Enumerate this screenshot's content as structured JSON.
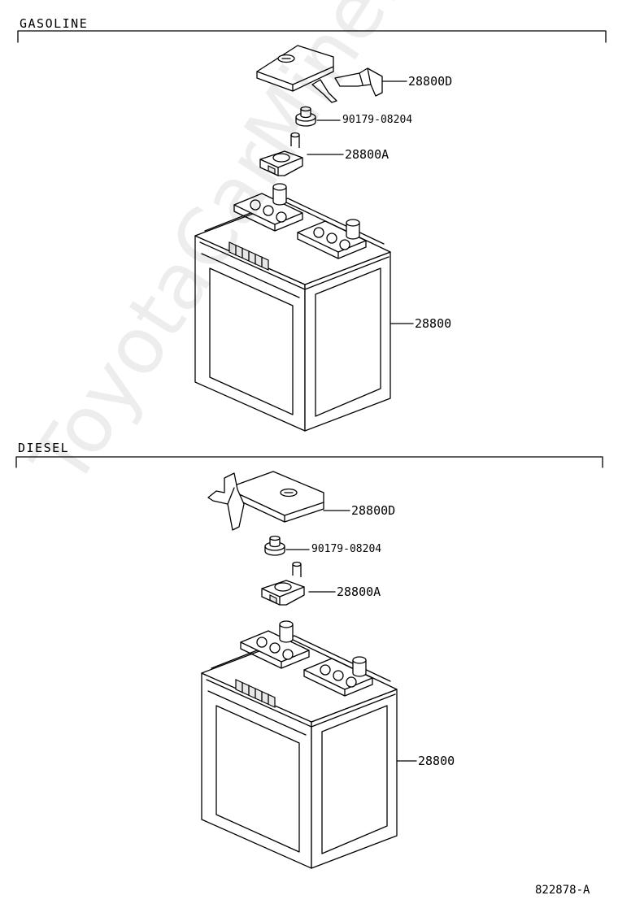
{
  "watermark": "ToyotaCarMine.ru",
  "sections": [
    {
      "title": "GASOLINE",
      "labels": {
        "cover": "28800D",
        "nut": "90179-08204",
        "clamp": "28800A",
        "battery": "28800"
      }
    },
    {
      "title": "DIESEL",
      "labels": {
        "cover": "28800D",
        "nut": "90179-08204",
        "clamp": "28800A",
        "battery": "28800"
      }
    }
  ],
  "footer": {
    "code": "822878-A"
  }
}
